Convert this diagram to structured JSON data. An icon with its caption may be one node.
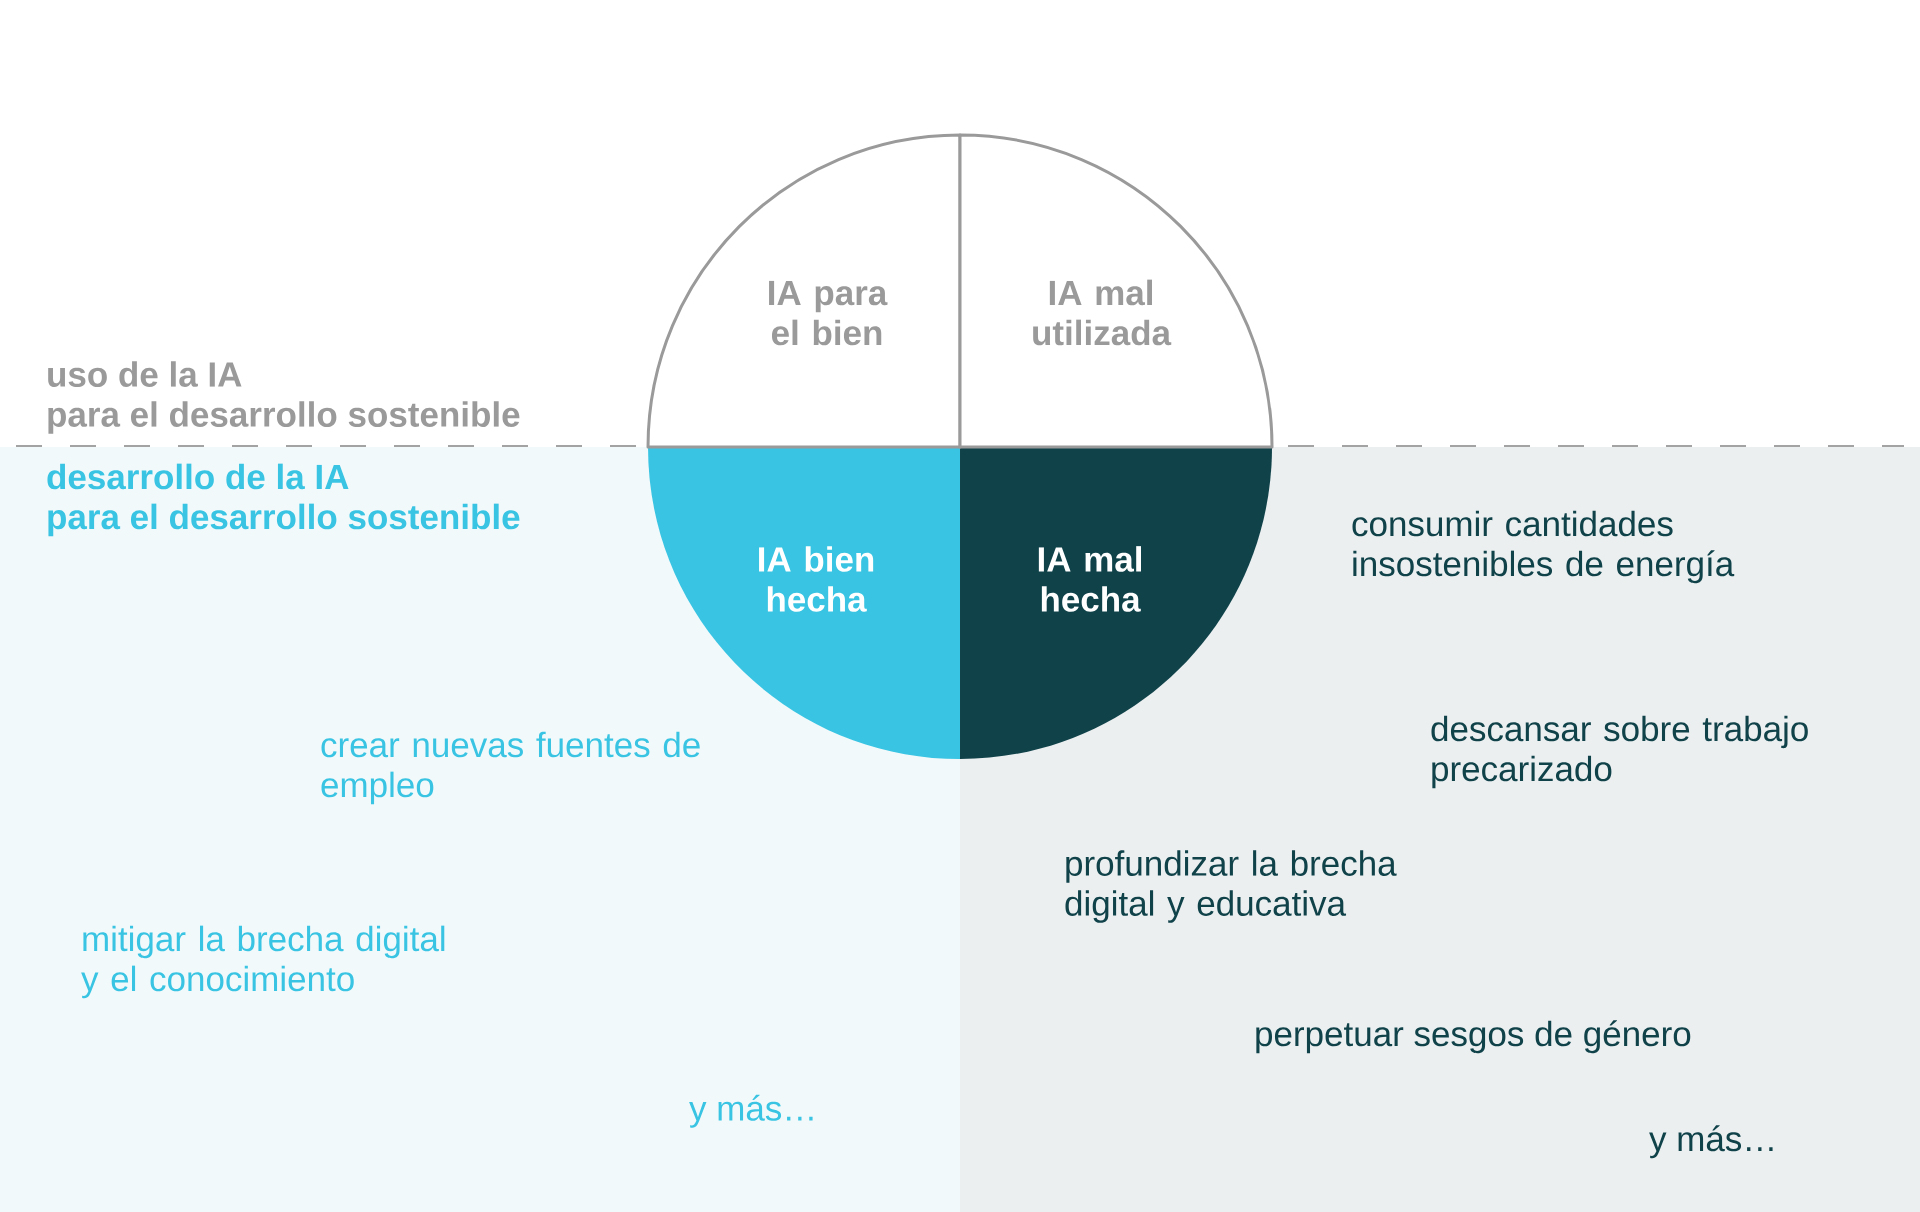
{
  "diagram": {
    "nodes": [
      {
        "text": [
          "IA para el bien"
        ]
      },
      {
        "text": [
          "IA mal utilizada"
        ]
      },
      {
        "text": [
          "desarrollo de la IA para el desarrollo sostenible",
          "crear nuevas fuentes de empleo",
          "mitigar la brecha digital y el conocimiento",
          "y más…"
        ]
      },
      {
        "text": [
          "IA bien hecha"
        ],
        "in": 2
      },
      {
        "text": [
          "consumir cantidades insostenibles de energía",
          "descansar sobre trabajo precarizado",
          "profundizar la brecha digital y educativa",
          "perpetuar sesgos de género",
          "y más…"
        ]
      },
      {
        "text": [
          "IA mal hecha"
        ],
        "in": 4
      }
    ],
    "labels": [
      "uso de la IA para el desarrollo sostenible"
    ]
  }
}
